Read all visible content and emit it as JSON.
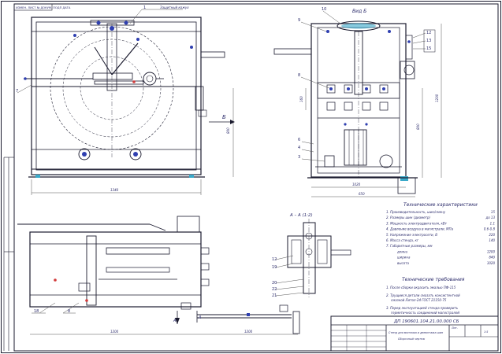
{
  "side_stamp": "ИЗМЕН. ЛИСТ № ДОКУМ. ПОДП ДАТА",
  "view_b_title": "Вид Б",
  "section_title": "А – А (1:2)",
  "arrow_b": "Б",
  "arrow_a": "А",
  "callouts_front": {
    "c1": "1",
    "c7": "7",
    "note": "Защитный кожух"
  },
  "callouts_side": {
    "c10": "10",
    "c9": "9",
    "c8": "8",
    "c12": "12",
    "c13": "13",
    "c15": "15",
    "c6": "6",
    "c4": "4",
    "c3": "3"
  },
  "callouts_bottom": {
    "c18": "18",
    "c8": "8"
  },
  "callouts_section": {
    "c12": "12",
    "c19": "19",
    "c20": "20",
    "c22": "22",
    "c21": "21"
  },
  "dims": {
    "front_width": "1340",
    "front_height": "800",
    "side_width": "1020",
    "side_depth": "650",
    "side_height": "1200",
    "side_small": "160",
    "bottom_len": "1200",
    "bottom_len2": "1200"
  },
  "tech_char": {
    "title": "Технические характеристики",
    "rows": [
      {
        "label": "1. Производительность, шин/смену",
        "value": "15"
      },
      {
        "label": "2. Размеры шин (диаметр) ",
        "value": "до 13"
      },
      {
        "label": "3. Мощность электродвигателя, кВт",
        "value": "1.1"
      },
      {
        "label": "4. Давление воздуха в магистрали, МПа",
        "value": "0.6-0.8"
      },
      {
        "label": "5. Напряжение электросети, В",
        "value": "220"
      },
      {
        "label": "6. Масса стенда, кг",
        "value": "140"
      },
      {
        "label": "7. Габаритные размеры, мм",
        "value": ""
      },
      {
        "label": "длина",
        "value": "1200"
      },
      {
        "label": "ширина",
        "value": "840"
      },
      {
        "label": "высота",
        "value": "1020"
      }
    ]
  },
  "tech_req": {
    "title": "Технические требования",
    "items": [
      "1. После сборки окрасить эмалью ПФ-115",
      "2. Трущиеся детали смазать консистентной смазкой Литол-24 ГОСТ 21150-75",
      "3. Перед эксплуатацией стенда проверить герметичность соединений магистралей"
    ]
  },
  "title_block": {
    "code": "ДП 190601.104.21.00.000 СБ",
    "name": "Стенд для монтажа и демонтажа шин",
    "subtitle": "Сборочный чертеж",
    "sheet": "Лит.",
    "scale": "1:5"
  },
  "colors": {
    "accent": "#2f3fb0",
    "cyan": "#3aa9c9",
    "red": "#d23a3a",
    "line": "#1a1a2e"
  }
}
